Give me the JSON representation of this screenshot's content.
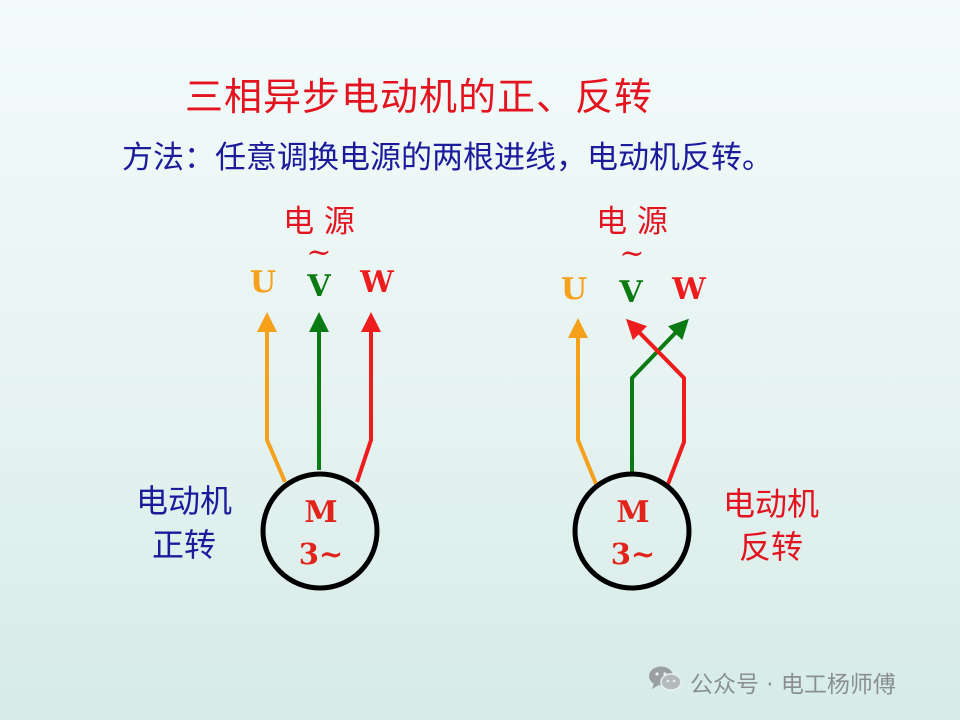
{
  "title": "三相异步电动机的正、反转",
  "method": "方法：任意调换电源的两根进线，电动机反转。",
  "left": {
    "source_label": "电 源",
    "ac_symbol": "~",
    "phases": [
      "U",
      "V",
      "W"
    ],
    "motor_letter": "M",
    "motor_phase": "3~",
    "caption_line1": "电动机",
    "caption_line2": "正转"
  },
  "right": {
    "source_label": "电 源",
    "ac_symbol": "~",
    "phases": [
      "U",
      "V",
      "W"
    ],
    "motor_letter": "M",
    "motor_phase": "3~",
    "caption_line1": "电动机",
    "caption_line2": "反转"
  },
  "watermark": {
    "text": "公众号 · 电工杨师傅",
    "icon": "wechat-icon"
  },
  "colors": {
    "title": "#e3141f",
    "method": "#1b1b9c",
    "phase_u": "#f5a11c",
    "phase_v": "#0c7a13",
    "phase_w": "#ee1c1c",
    "motor_text": "#e2231a"
  }
}
